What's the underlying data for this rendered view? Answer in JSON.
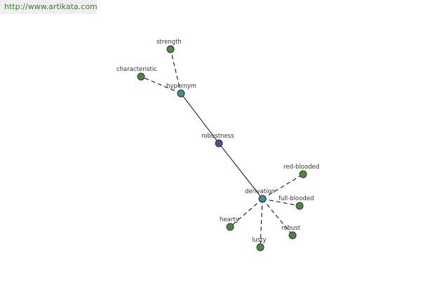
{
  "banner": {
    "url_text": "http://www.artikata.com"
  },
  "colors": {
    "center": "#4a4f8f",
    "hub": "#3f8f93",
    "leaf": "#4a8a3f"
  },
  "graph": {
    "nodes": [
      {
        "id": "robustness",
        "label": "robustness",
        "kind": "center"
      },
      {
        "id": "hypernym",
        "label": "hypernym",
        "kind": "hub"
      },
      {
        "id": "derivation",
        "label": "derivation",
        "kind": "hub"
      },
      {
        "id": "strength",
        "label": "strength",
        "kind": "leaf"
      },
      {
        "id": "characteristic",
        "label": "characteristic",
        "kind": "leaf"
      },
      {
        "id": "red-blooded",
        "label": "red-blooded",
        "kind": "leaf"
      },
      {
        "id": "full-blooded",
        "label": "full-blooded",
        "kind": "leaf"
      },
      {
        "id": "hearty",
        "label": "hearty",
        "kind": "leaf"
      },
      {
        "id": "robust",
        "label": "robust",
        "kind": "leaf"
      },
      {
        "id": "lusty",
        "label": "lusty",
        "kind": "leaf"
      }
    ],
    "edges": [
      {
        "from": "robustness",
        "to": "hypernym",
        "style": "solid"
      },
      {
        "from": "robustness",
        "to": "derivation",
        "style": "solid"
      },
      {
        "from": "hypernym",
        "to": "strength",
        "style": "dashed"
      },
      {
        "from": "hypernym",
        "to": "characteristic",
        "style": "dashed"
      },
      {
        "from": "derivation",
        "to": "red-blooded",
        "style": "dashed"
      },
      {
        "from": "derivation",
        "to": "full-blooded",
        "style": "dashed"
      },
      {
        "from": "derivation",
        "to": "hearty",
        "style": "dashed"
      },
      {
        "from": "derivation",
        "to": "robust",
        "style": "dashed"
      },
      {
        "from": "derivation",
        "to": "lusty",
        "style": "dashed"
      }
    ]
  }
}
